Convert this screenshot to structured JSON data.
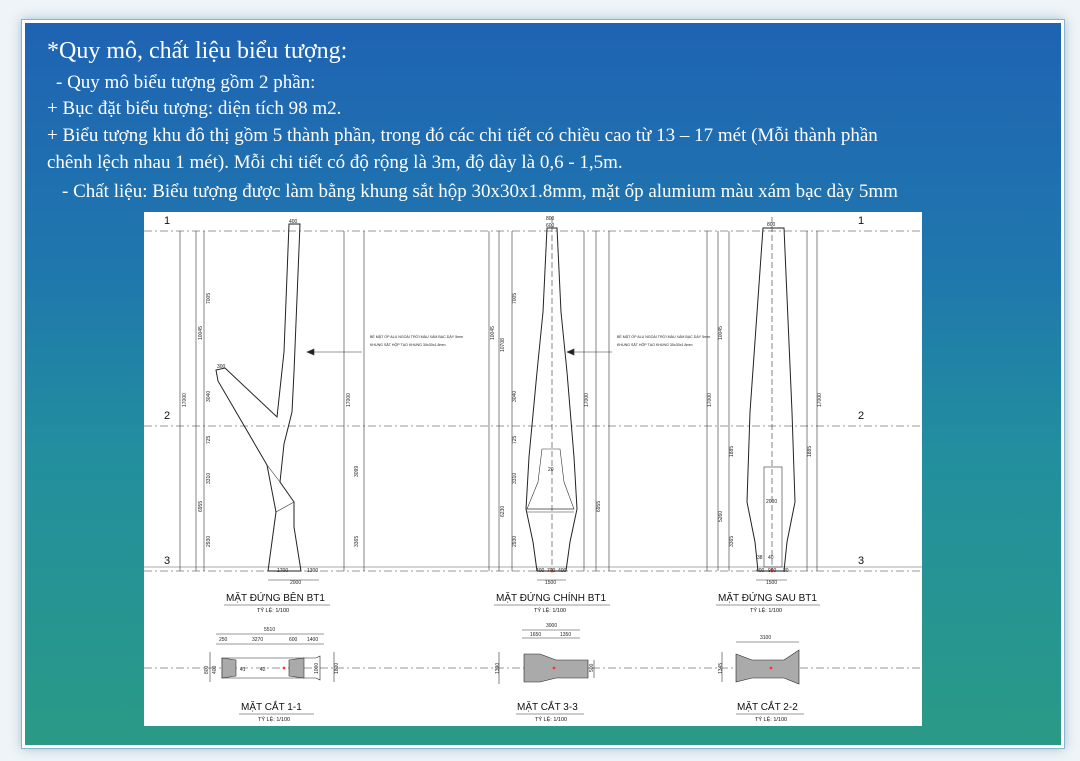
{
  "header": {
    "title": "*Quy mô, chất liệu biểu tượng:",
    "line1": "- Quy mô biểu tượng gồm 2 phần:",
    "line2": "+ Bục đặt biểu tượng: diện tích 98 m2.",
    "line3": "+ Biểu tượng khu đô thị gồm 5 thành phần, trong đó các chi tiết có chiều cao từ 13 – 17 mét (Mỗi thành phần",
    "line4": "chênh lệch nhau 1 mét). Mỗi chi tiết có độ rộng là 3m, độ dày là 0,6 - 1,5m.",
    "line5": "- Chất liệu: Biểu tượng được làm bằng khung sắt hộp 30x30x1.8mm, mặt ốp alumium màu xám bạc dày 5mm"
  },
  "drawing": {
    "level_labels": [
      "1",
      "2",
      "3"
    ],
    "views": [
      {
        "title": "MẶT ĐỨNG BÊN BT1",
        "scale": "TỶ LỆ: 1/100"
      },
      {
        "title": "MẶT ĐỨNG CHÍNH BT1",
        "scale": "TỶ LỆ: 1/100"
      },
      {
        "title": "MẶT ĐỨNG SAU BT1",
        "scale": "TỶ LỆ: 1/100"
      }
    ],
    "sections": [
      {
        "title": "MẶT CẮT 1-1",
        "scale": "TỶ LỆ: 1/100"
      },
      {
        "title": "MẶT CẮT 3-3",
        "scale": "TỶ LỆ: 1/100"
      },
      {
        "title": "MẶT CẮT 2-2",
        "scale": "TỶ LỆ: 1/100"
      }
    ],
    "note1": "BỀ MẶT ỐP ALU NGOÀI TRỜI MÀU XÁM BẠC DÀY 5mm",
    "note2": "KHUNG SẮT HỘP TẠO KHUNG 30x30x1.8mm",
    "dims_side": {
      "top": "400",
      "mid": "300",
      "h1": "10045",
      "h2": "7005",
      "h3": "3040",
      "h4": "725",
      "h5": "3310",
      "h6": "6955",
      "h7": "2930",
      "h8": "3099",
      "h9": "3365",
      "total": "17000",
      "b1": "1700",
      "b2": "1300",
      "bw": "2000"
    },
    "dims_front": {
      "top1": "800",
      "top2": "600",
      "h1": "10045",
      "h2": "10708",
      "h3": "7005",
      "h4": "3040",
      "h5": "725",
      "h6": "3310",
      "h7": "6230",
      "h8": "6955",
      "h9": "2930",
      "total": "17000",
      "mark": "20",
      "b1": "400",
      "b2": "700",
      "b3": "400",
      "bw": "1500"
    },
    "dims_back": {
      "top": "800",
      "h1": "10045",
      "h2": "1885",
      "h3": "1885",
      "h4": "5260",
      "h5": "3365",
      "total": "17000",
      "mid": "2000",
      "m1": "38",
      "m2": "40",
      "b1": "400",
      "b2": "900",
      "b3": "30",
      "bw": "1500"
    },
    "dims_sec1": {
      "w": "5510",
      "a": "250",
      "b": "3270",
      "c": "600",
      "d": "1400",
      "e": "42",
      "f": "41",
      "g": "1000",
      "h": "1800",
      "i": "800",
      "j": "400"
    },
    "dims_sec3": {
      "w": "3000",
      "a": "1650",
      "b": "1350",
      "c": "1390",
      "d": "500"
    },
    "dims_sec2": {
      "w": "3100",
      "a": "1345"
    }
  }
}
